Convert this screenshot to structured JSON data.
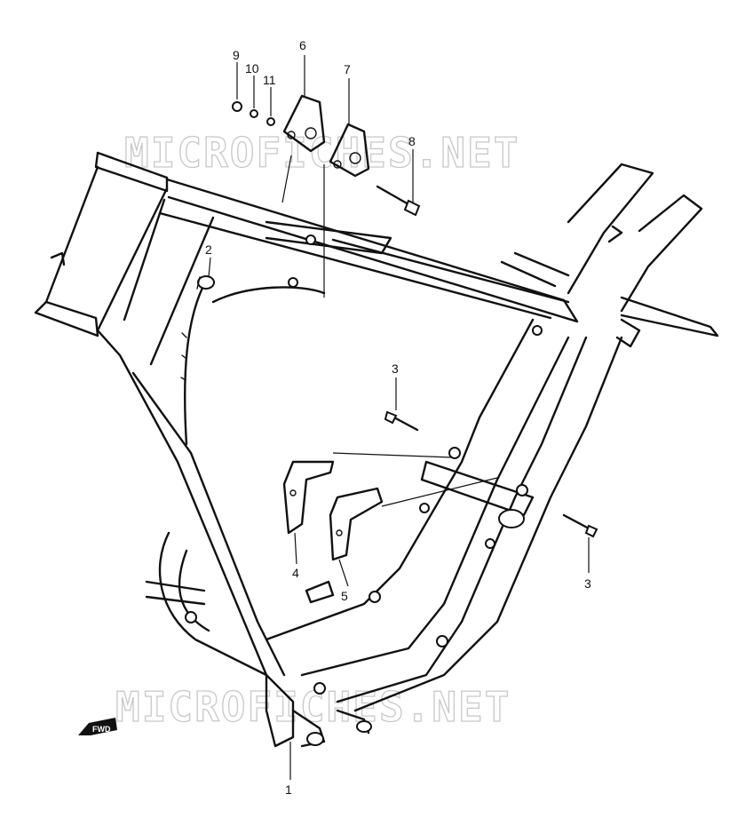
{
  "watermark": "MICROFICHES.NET",
  "direction_badge": "FWD",
  "callouts": [
    {
      "id": "c1",
      "label": "1"
    },
    {
      "id": "c2",
      "label": "2"
    },
    {
      "id": "c3a",
      "label": "3"
    },
    {
      "id": "c3b",
      "label": "3"
    },
    {
      "id": "c4",
      "label": "4"
    },
    {
      "id": "c5",
      "label": "5"
    },
    {
      "id": "c6",
      "label": "6"
    },
    {
      "id": "c7",
      "label": "7"
    },
    {
      "id": "c8",
      "label": "8"
    },
    {
      "id": "c9",
      "label": "9"
    },
    {
      "id": "c10",
      "label": "10"
    },
    {
      "id": "c11",
      "label": "11"
    }
  ]
}
